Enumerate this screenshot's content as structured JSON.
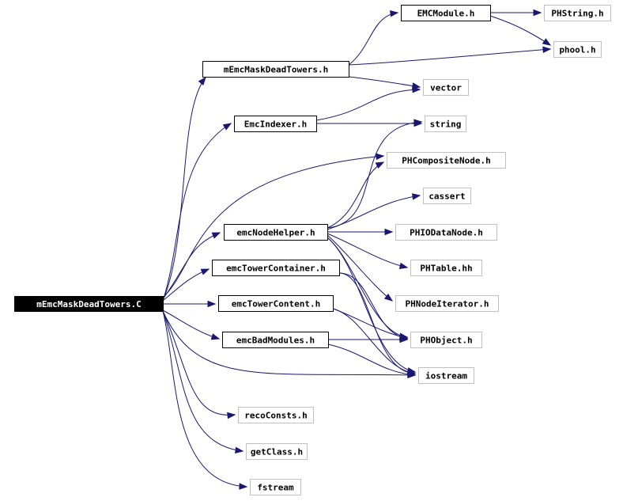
{
  "colors": {
    "edge": "#191970",
    "root_fill": "#000000",
    "root_text": "#ffffff",
    "documented_border": "#000000",
    "external_border": "#c0c0c0",
    "text": "#000000"
  },
  "nodes": [
    {
      "id": "root",
      "label": "mEmcMaskDeadTowers.C",
      "kind": "root"
    },
    {
      "id": "mmdt_h",
      "label": "mEmcMaskDeadTowers.h",
      "kind": "documented"
    },
    {
      "id": "emcmodule",
      "label": "EMCModule.h",
      "kind": "documented"
    },
    {
      "id": "phstring",
      "label": "PHString.h",
      "kind": "external"
    },
    {
      "id": "phool",
      "label": "phool.h",
      "kind": "external"
    },
    {
      "id": "vector",
      "label": "vector",
      "kind": "external"
    },
    {
      "id": "emcindexer",
      "label": "EmcIndexer.h",
      "kind": "documented"
    },
    {
      "id": "string",
      "label": "string",
      "kind": "external"
    },
    {
      "id": "phcomposite",
      "label": "PHCompositeNode.h",
      "kind": "external"
    },
    {
      "id": "cassert",
      "label": "cassert",
      "kind": "external"
    },
    {
      "id": "emcnodehelper",
      "label": "emcNodeHelper.h",
      "kind": "documented"
    },
    {
      "id": "phiodatanode",
      "label": "PHIODataNode.h",
      "kind": "external"
    },
    {
      "id": "phtable",
      "label": "PHTable.hh",
      "kind": "external"
    },
    {
      "id": "emctowercontainer",
      "label": "emcTowerContainer.h",
      "kind": "documented"
    },
    {
      "id": "phnodeiterator",
      "label": "PHNodeIterator.h",
      "kind": "external"
    },
    {
      "id": "emctowercontent",
      "label": "emcTowerContent.h",
      "kind": "documented"
    },
    {
      "id": "phobject",
      "label": "PHObject.h",
      "kind": "external"
    },
    {
      "id": "emcbadmodules",
      "label": "emcBadModules.h",
      "kind": "documented"
    },
    {
      "id": "iostream",
      "label": "iostream",
      "kind": "external"
    },
    {
      "id": "recoconsts",
      "label": "recoConsts.h",
      "kind": "external"
    },
    {
      "id": "getclass",
      "label": "getClass.h",
      "kind": "external"
    },
    {
      "id": "fstream",
      "label": "fstream",
      "kind": "external"
    }
  ],
  "edges": [
    {
      "from": "root",
      "to": "mmdt_h"
    },
    {
      "from": "root",
      "to": "emcindexer"
    },
    {
      "from": "root",
      "to": "phcomposite"
    },
    {
      "from": "root",
      "to": "emcnodehelper"
    },
    {
      "from": "root",
      "to": "emctowercontainer"
    },
    {
      "from": "root",
      "to": "emctowercontent"
    },
    {
      "from": "root",
      "to": "emcbadmodules"
    },
    {
      "from": "root",
      "to": "iostream"
    },
    {
      "from": "root",
      "to": "recoconsts"
    },
    {
      "from": "root",
      "to": "getclass"
    },
    {
      "from": "root",
      "to": "fstream"
    },
    {
      "from": "mmdt_h",
      "to": "emcmodule"
    },
    {
      "from": "mmdt_h",
      "to": "phool"
    },
    {
      "from": "mmdt_h",
      "to": "vector"
    },
    {
      "from": "emcmodule",
      "to": "phstring"
    },
    {
      "from": "emcmodule",
      "to": "phool"
    },
    {
      "from": "emcindexer",
      "to": "vector"
    },
    {
      "from": "emcindexer",
      "to": "string"
    },
    {
      "from": "emcnodehelper",
      "to": "string"
    },
    {
      "from": "emcnodehelper",
      "to": "phcomposite"
    },
    {
      "from": "emcnodehelper",
      "to": "cassert"
    },
    {
      "from": "emcnodehelper",
      "to": "phiodatanode"
    },
    {
      "from": "emcnodehelper",
      "to": "phtable"
    },
    {
      "from": "emcnodehelper",
      "to": "phnodeiterator"
    },
    {
      "from": "emcnodehelper",
      "to": "phobject"
    },
    {
      "from": "emcnodehelper",
      "to": "iostream"
    },
    {
      "from": "emctowercontainer",
      "to": "phobject"
    },
    {
      "from": "emctowercontainer",
      "to": "iostream"
    },
    {
      "from": "emctowercontent",
      "to": "phobject"
    },
    {
      "from": "emctowercontent",
      "to": "iostream"
    },
    {
      "from": "emcbadmodules",
      "to": "phobject"
    },
    {
      "from": "emcbadmodules",
      "to": "iostream"
    }
  ]
}
